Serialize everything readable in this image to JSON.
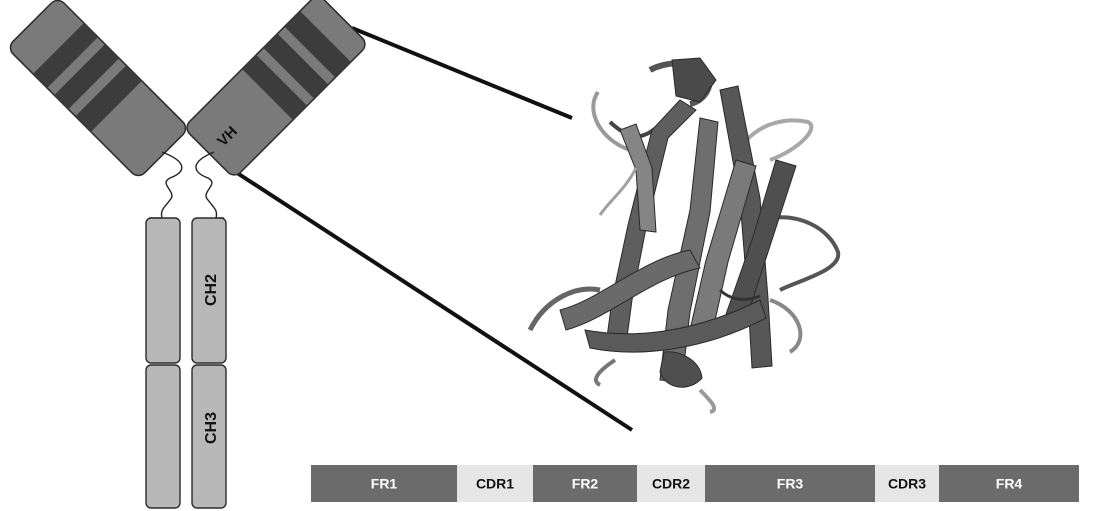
{
  "antibody": {
    "vh_label": "VH",
    "ch2_label": "CH2",
    "ch3_label": "CH3"
  },
  "regions": [
    {
      "label": "FR1",
      "kind": "framework"
    },
    {
      "label": "CDR1",
      "kind": "cdr"
    },
    {
      "label": "FR2",
      "kind": "framework"
    },
    {
      "label": "CDR2",
      "kind": "cdr"
    },
    {
      "label": "FR3",
      "kind": "framework"
    },
    {
      "label": "CDR3",
      "kind": "cdr"
    },
    {
      "label": "FR4",
      "kind": "framework"
    }
  ],
  "colors": {
    "framework": "#6b6b6b",
    "cdr": "#e6e6e6",
    "heavy_domain": "#7a7a7a",
    "constant_domain": "#b8b8b8",
    "cdr_band": "#3c3c3c",
    "outline": "#2a2a2a"
  }
}
